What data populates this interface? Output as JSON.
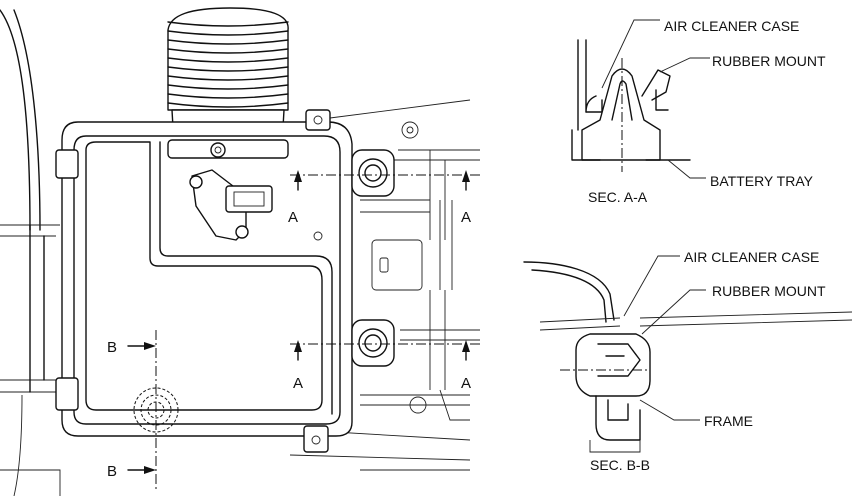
{
  "labels": {
    "section_a_a": {
      "air_cleaner_case": "AIR CLEANER CASE",
      "rubber_mount": "RUBBER MOUNT",
      "battery_tray": "BATTERY TRAY",
      "title": "SEC. A-A"
    },
    "section_b_b": {
      "air_cleaner_case": "AIR CLEANER CASE",
      "rubber_mount": "RUBBER MOUNT",
      "frame": "FRAME",
      "title": "SEC. B-B"
    },
    "cut_marks": {
      "a_top_left": "A",
      "a_top_right": "A",
      "a_bottom_left": "A",
      "a_bottom_right": "A",
      "b_top": "B",
      "b_bottom": "B"
    }
  }
}
